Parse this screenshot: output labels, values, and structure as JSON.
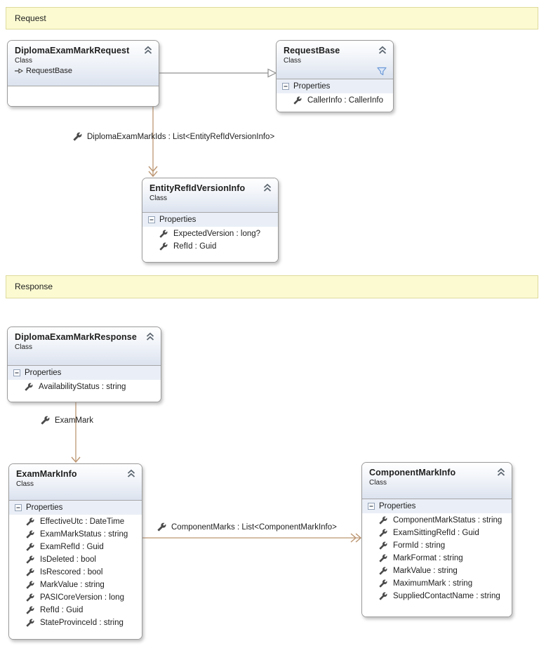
{
  "banners": {
    "request": "Request",
    "response": "Response"
  },
  "labels": {
    "properties": "Properties"
  },
  "icons": {
    "collapse": "chevron-double-up",
    "expander": "minus-box",
    "property": "wrench",
    "filter": "funnel",
    "inherits": "open-arrow-right"
  },
  "colors": {
    "banner_fill": "#fbfad1",
    "banner_border": "#dfdb9e",
    "box_border": "#9b9b9b",
    "header_gradient_bottom": "#dce3ef",
    "association_line": "#bc9672",
    "inheritance_line": "#a3a3a3",
    "filter_icon_blue": "#6f9bd8"
  },
  "classes": {
    "diploma_exam_mark_request": {
      "title": "DiplomaExamMarkRequest",
      "kind": "Class",
      "inherits": "RequestBase"
    },
    "request_base": {
      "title": "RequestBase",
      "kind": "Class",
      "properties": [
        "CallerInfo : CallerInfo"
      ]
    },
    "entity_ref_id_version_info": {
      "title": "EntityRefIdVersionInfo",
      "kind": "Class",
      "properties": [
        "ExpectedVersion : long?",
        "RefId : Guid"
      ]
    },
    "diploma_exam_mark_response": {
      "title": "DiplomaExamMarkResponse",
      "kind": "Class",
      "properties": [
        "AvailabilityStatus : string"
      ]
    },
    "exam_mark_info": {
      "title": "ExamMarkInfo",
      "kind": "Class",
      "properties": [
        "EffectiveUtc : DateTime",
        "ExamMarkStatus : string",
        "ExamRefId : Guid",
        "IsDeleted : bool",
        "IsRescored : bool",
        "MarkValue : string",
        "PASICoreVersion : long",
        "RefId : Guid",
        "StateProvinceId : string"
      ]
    },
    "component_mark_info": {
      "title": "ComponentMarkInfo",
      "kind": "Class",
      "properties": [
        "ComponentMarkStatus : string",
        "ExamSittingRefId : Guid",
        "FormId : string",
        "MarkFormat : string",
        "MarkValue : string",
        "MaximumMark : string",
        "SuppliedContactName : string"
      ]
    }
  },
  "connectors": {
    "diploma_exam_mark_ids": {
      "label": "DiplomaExamMarkIds : List<EntityRefIdVersionInfo>"
    },
    "exam_mark": {
      "label": "ExamMark"
    },
    "component_marks": {
      "label": "ComponentMarks : List<ComponentMarkInfo>"
    }
  }
}
